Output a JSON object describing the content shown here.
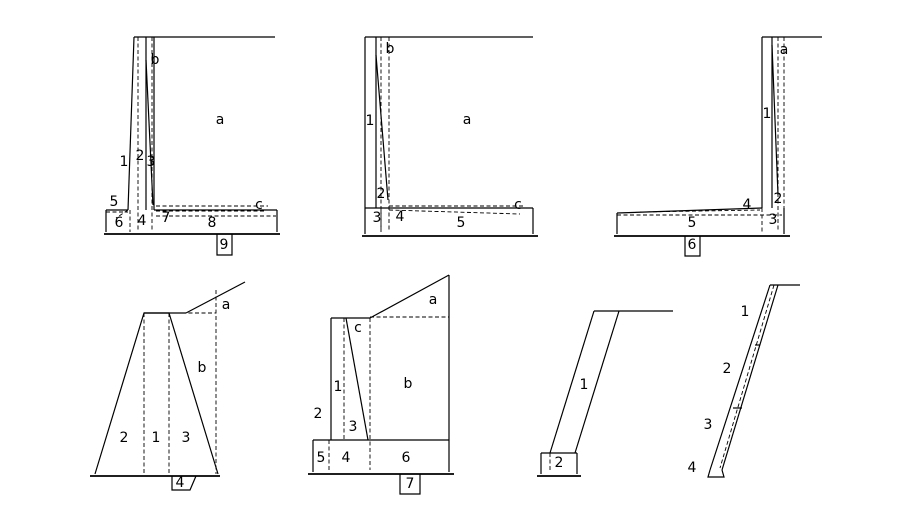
{
  "figures": [
    {
      "id": "cantilever-wall-a",
      "labels": [
        "1",
        "2",
        "3",
        "4",
        "5",
        "6",
        "7",
        "8",
        "9",
        "a",
        "b",
        "c"
      ]
    },
    {
      "id": "cantilever-wall-b",
      "labels": [
        "1",
        "2",
        "3",
        "4",
        "5",
        "a",
        "b",
        "c"
      ]
    },
    {
      "id": "cantilever-wall-c",
      "labels": [
        "1",
        "2",
        "3",
        "4",
        "5",
        "6",
        "a"
      ]
    },
    {
      "id": "gravity-wall",
      "labels": [
        "1",
        "2",
        "3",
        "4",
        "a",
        "b"
      ]
    },
    {
      "id": "semi-gravity-wall",
      "labels": [
        "1",
        "2",
        "3",
        "4",
        "5",
        "6",
        "7",
        "a",
        "b",
        "c"
      ]
    },
    {
      "id": "inclined-wall",
      "labels": [
        "1",
        "2"
      ]
    },
    {
      "id": "segmented-wall",
      "labels": [
        "1",
        "2",
        "3",
        "4"
      ]
    }
  ]
}
